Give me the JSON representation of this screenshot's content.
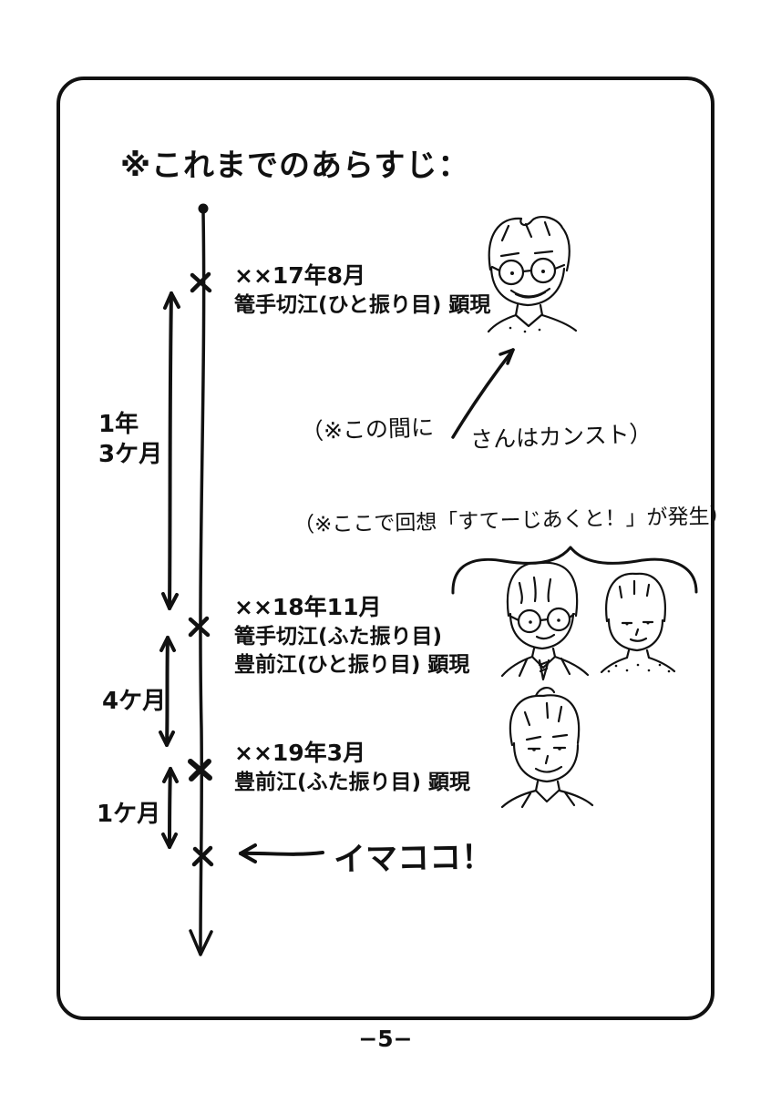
{
  "page": {
    "title": "※これまでのあらすじ：",
    "page_number": "−5−"
  },
  "timeline": {
    "events": [
      {
        "date": "××17年8月",
        "line1": "篭手切江(ひと振り目) 顕現",
        "line2": ""
      },
      {
        "date": "××18年11月",
        "line1": "篭手切江(ふた振り目)",
        "line2": "豊前江(ひと振り目) 顕現"
      },
      {
        "date": "××19年3月",
        "line1": "豊前江(ふた振り目) 顕現",
        "line2": ""
      }
    ],
    "durations": [
      {
        "line1": "1年",
        "line2": "3ケ月"
      },
      {
        "line1": "4ケ月",
        "line2": ""
      },
      {
        "line1": "1ケ月",
        "line2": ""
      }
    ],
    "now_label": "イマココ！"
  },
  "notes": {
    "between_note_prefix": "（※この間に",
    "between_note_suffix": "さんはカンスト）",
    "flashback_note": "（※ここで回想「すてーじあくと！」が発生）"
  },
  "sketches": {
    "top": "grinning-man-with-glasses-sketch",
    "middle_left": "man-with-glasses-uniform-sketch",
    "middle_right": "man-dotted-shirt-sketch",
    "bottom": "smiling-man-jacket-sketch"
  },
  "colors": {
    "ink": "#111111",
    "paper": "#ffffff"
  }
}
